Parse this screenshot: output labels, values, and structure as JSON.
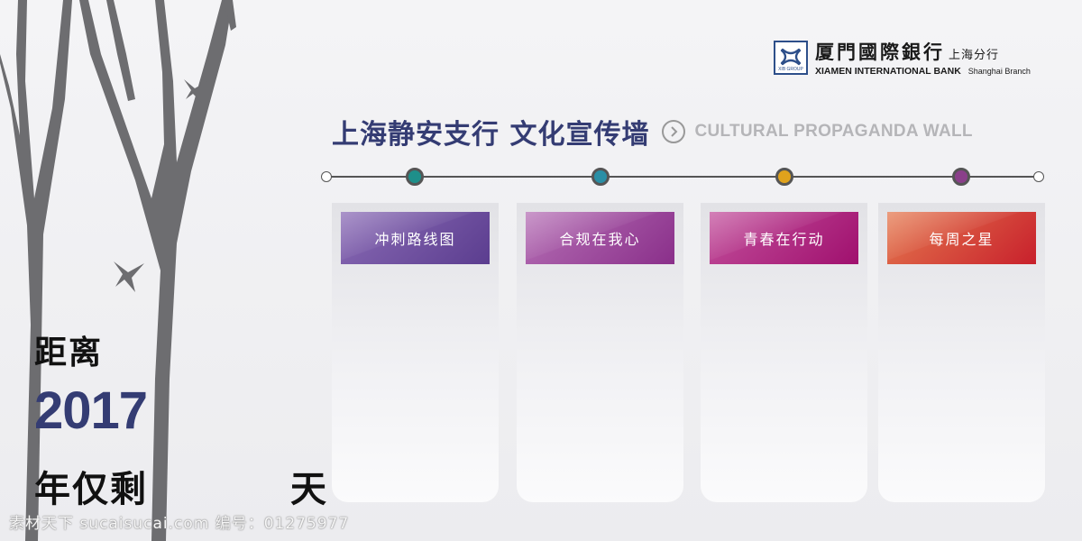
{
  "bank": {
    "name_cn": "厦門國際銀行",
    "branch_cn": "上海分行",
    "name_en": "XIAMEN INTERNATIONAL BANK",
    "branch_en": "Shanghai Branch",
    "logo_sub": "XIB GROUP"
  },
  "headline": {
    "title_cn": "上海静安支行 文化宣传墙",
    "title_en": "CULTURAL PROPAGANDA WALL",
    "arrow_icon": "chevron-right-circle-icon"
  },
  "countdown": {
    "line1": "距离",
    "year": "2017",
    "line3": "年仅剩",
    "days_label": "天"
  },
  "timeline_colors": [
    "#1e8f8a",
    "#2a8fa6",
    "#e0a21c",
    "#8a3f8a"
  ],
  "cards": [
    {
      "label": "冲刺路线图",
      "color_from": "#8a6bb5",
      "color_to": "#5b3d8f"
    },
    {
      "label": "合规在我心",
      "color_from": "#b570b5",
      "color_to": "#8a2f8a"
    },
    {
      "label": "青春在行动",
      "color_from": "#c2509c",
      "color_to": "#a0106e"
    },
    {
      "label": "每周之星",
      "color_from": "#e4784e",
      "color_to": "#c8202c"
    }
  ],
  "watermark": "素材天下 sucaisucai.com  编号：01275977"
}
